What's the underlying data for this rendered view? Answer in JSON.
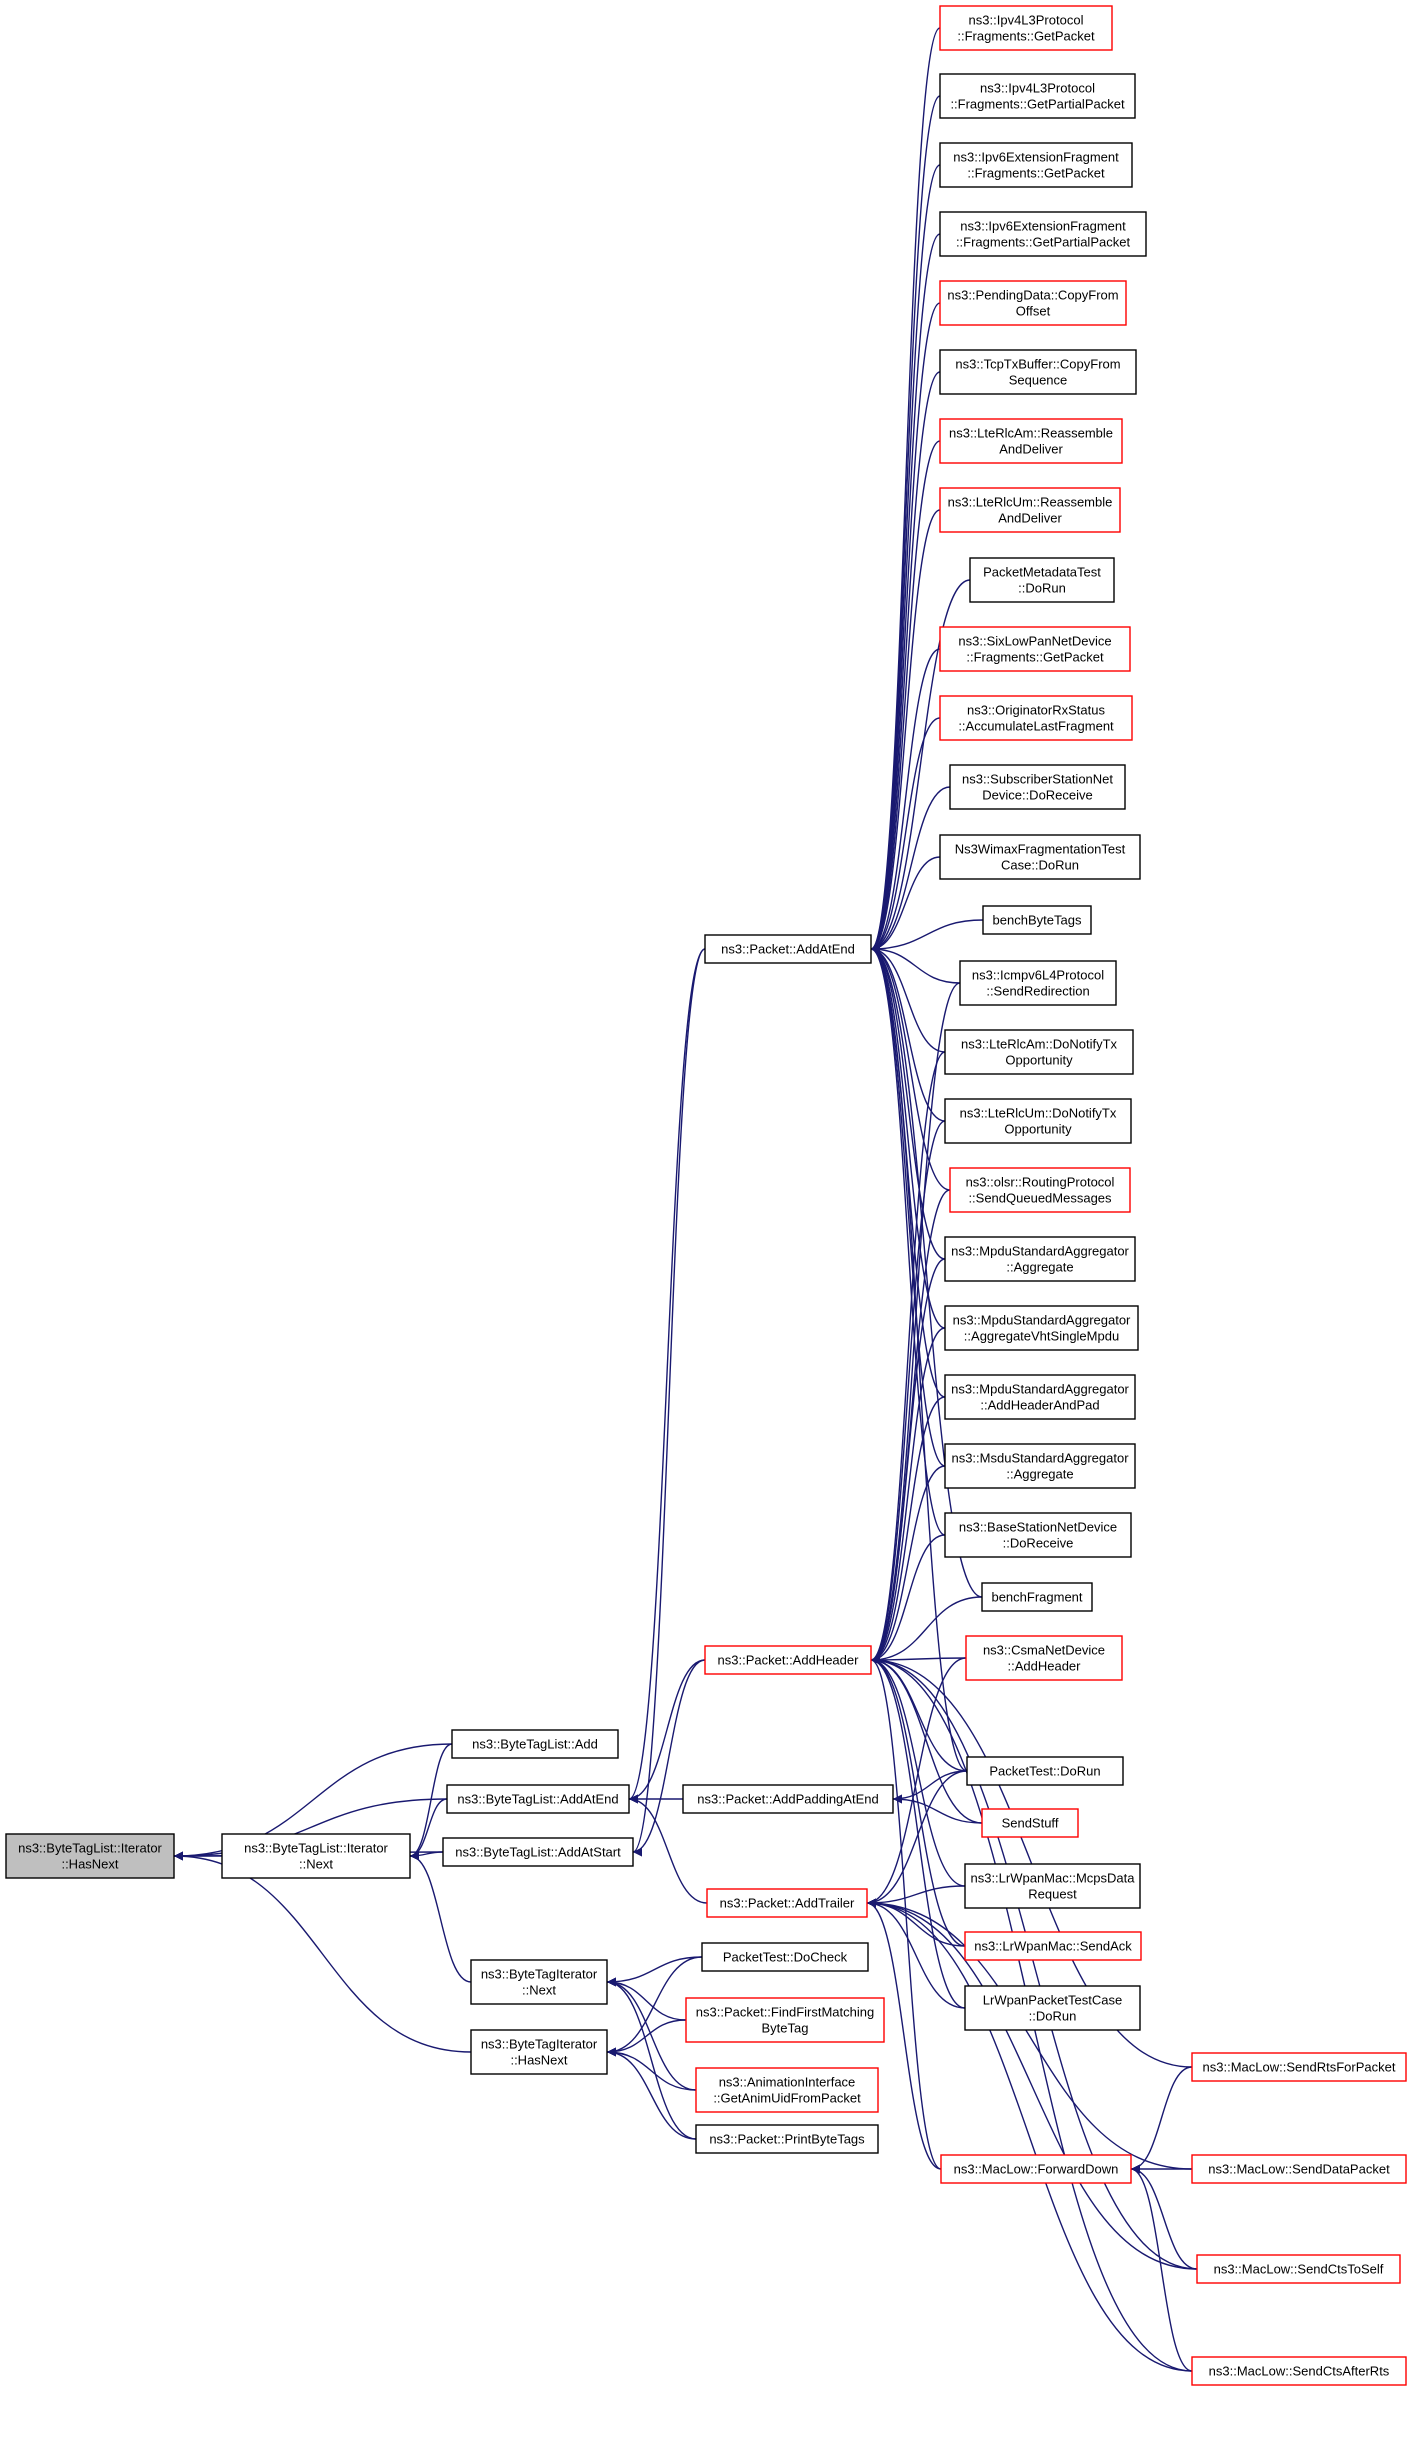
{
  "title": "",
  "colors": {
    "edge": "#191970",
    "black_border": "#000000",
    "red_border": "#ff0000",
    "root_fill": "#bfbfbf"
  },
  "nodes": [
    {
      "id": "root",
      "lines": [
        "ns3::ByteTagList::Iterator",
        "::HasNext"
      ],
      "border": "root"
    },
    {
      "id": "itnext",
      "lines": [
        "ns3::ByteTagList::Iterator",
        "::Next"
      ],
      "border": "black"
    },
    {
      "id": "add",
      "lines": [
        "ns3::ByteTagList::Add"
      ],
      "border": "black"
    },
    {
      "id": "addatend",
      "lines": [
        "ns3::ByteTagList::AddAtEnd"
      ],
      "border": "black"
    },
    {
      "id": "addatstart",
      "lines": [
        "ns3::ByteTagList::AddAtStart"
      ],
      "border": "black"
    },
    {
      "id": "bti_next",
      "lines": [
        "ns3::ByteTagIterator",
        "::Next"
      ],
      "border": "black"
    },
    {
      "id": "bti_hasnext",
      "lines": [
        "ns3::ByteTagIterator",
        "::HasNext"
      ],
      "border": "black"
    },
    {
      "id": "p_addatend",
      "lines": [
        "ns3::Packet::AddAtEnd"
      ],
      "border": "black"
    },
    {
      "id": "p_addheader",
      "lines": [
        "ns3::Packet::AddHeader"
      ],
      "border": "red"
    },
    {
      "id": "p_addpadding",
      "lines": [
        "ns3::Packet::AddPaddingAtEnd"
      ],
      "border": "black"
    },
    {
      "id": "p_addtrailer",
      "lines": [
        "ns3::Packet::AddTrailer"
      ],
      "border": "red"
    },
    {
      "id": "pt_docheck",
      "lines": [
        "PacketTest::DoCheck"
      ],
      "border": "black"
    },
    {
      "id": "p_findfirst",
      "lines": [
        "ns3::Packet::FindFirstMatching",
        "ByteTag"
      ],
      "border": "red"
    },
    {
      "id": "anim",
      "lines": [
        "ns3::AnimationInterface",
        "::GetAnimUidFromPacket"
      ],
      "border": "red"
    },
    {
      "id": "p_printbt",
      "lines": [
        "ns3::Packet::PrintByteTags"
      ],
      "border": "black"
    },
    {
      "id": "r1",
      "lines": [
        "ns3::Ipv4L3Protocol",
        "::Fragments::GetPacket"
      ],
      "border": "red"
    },
    {
      "id": "r2",
      "lines": [
        "ns3::Ipv4L3Protocol",
        "::Fragments::GetPartialPacket"
      ],
      "border": "black"
    },
    {
      "id": "r3",
      "lines": [
        "ns3::Ipv6ExtensionFragment",
        "::Fragments::GetPacket"
      ],
      "border": "black"
    },
    {
      "id": "r4",
      "lines": [
        "ns3::Ipv6ExtensionFragment",
        "::Fragments::GetPartialPacket"
      ],
      "border": "black"
    },
    {
      "id": "r5",
      "lines": [
        "ns3::PendingData::CopyFrom",
        "Offset"
      ],
      "border": "red"
    },
    {
      "id": "r6",
      "lines": [
        "ns3::TcpTxBuffer::CopyFrom",
        "Sequence"
      ],
      "border": "black"
    },
    {
      "id": "r7",
      "lines": [
        "ns3::LteRlcAm::Reassemble",
        "AndDeliver"
      ],
      "border": "red"
    },
    {
      "id": "r8",
      "lines": [
        "ns3::LteRlcUm::Reassemble",
        "AndDeliver"
      ],
      "border": "red"
    },
    {
      "id": "r9",
      "lines": [
        "PacketMetadataTest",
        "::DoRun"
      ],
      "border": "black"
    },
    {
      "id": "r10",
      "lines": [
        "ns3::SixLowPanNetDevice",
        "::Fragments::GetPacket"
      ],
      "border": "red"
    },
    {
      "id": "r11",
      "lines": [
        "ns3::OriginatorRxStatus",
        "::AccumulateLastFragment"
      ],
      "border": "red"
    },
    {
      "id": "r12",
      "lines": [
        "ns3::SubscriberStationNet",
        "Device::DoReceive"
      ],
      "border": "black"
    },
    {
      "id": "r13",
      "lines": [
        "Ns3WimaxFragmentationTest",
        "Case::DoRun"
      ],
      "border": "black"
    },
    {
      "id": "r14",
      "lines": [
        "benchByteTags"
      ],
      "border": "black"
    },
    {
      "id": "r15",
      "lines": [
        "ns3::Icmpv6L4Protocol",
        "::SendRedirection"
      ],
      "border": "black"
    },
    {
      "id": "r16",
      "lines": [
        "ns3::LteRlcAm::DoNotifyTx",
        "Opportunity"
      ],
      "border": "black"
    },
    {
      "id": "r17",
      "lines": [
        "ns3::LteRlcUm::DoNotifyTx",
        "Opportunity"
      ],
      "border": "black"
    },
    {
      "id": "r18",
      "lines": [
        "ns3::olsr::RoutingProtocol",
        "::SendQueuedMessages"
      ],
      "border": "red"
    },
    {
      "id": "r19",
      "lines": [
        "ns3::MpduStandardAggregator",
        "::Aggregate"
      ],
      "border": "black"
    },
    {
      "id": "r20",
      "lines": [
        "ns3::MpduStandardAggregator",
        "::AggregateVhtSingleMpdu"
      ],
      "border": "black"
    },
    {
      "id": "r21",
      "lines": [
        "ns3::MpduStandardAggregator",
        "::AddHeaderAndPad"
      ],
      "border": "black"
    },
    {
      "id": "r22",
      "lines": [
        "ns3::MsduStandardAggregator",
        "::Aggregate"
      ],
      "border": "black"
    },
    {
      "id": "r23",
      "lines": [
        "ns3::BaseStationNetDevice",
        "::DoReceive"
      ],
      "border": "black"
    },
    {
      "id": "r24",
      "lines": [
        "benchFragment"
      ],
      "border": "black"
    },
    {
      "id": "r25",
      "lines": [
        "ns3::CsmaNetDevice",
        "::AddHeader"
      ],
      "border": "red"
    },
    {
      "id": "r26",
      "lines": [
        "PacketTest::DoRun"
      ],
      "border": "black"
    },
    {
      "id": "r27",
      "lines": [
        "SendStuff"
      ],
      "border": "red"
    },
    {
      "id": "r28",
      "lines": [
        "ns3::LrWpanMac::McpsData",
        "Request"
      ],
      "border": "black"
    },
    {
      "id": "r29",
      "lines": [
        "ns3::LrWpanMac::SendAck"
      ],
      "border": "red"
    },
    {
      "id": "r30",
      "lines": [
        "LrWpanPacketTestCase",
        "::DoRun"
      ],
      "border": "black"
    },
    {
      "id": "r31",
      "lines": [
        "ns3::MacLow::ForwardDown"
      ],
      "border": "red"
    },
    {
      "id": "f1",
      "lines": [
        "ns3::MacLow::SendRtsForPacket"
      ],
      "border": "red"
    },
    {
      "id": "f2",
      "lines": [
        "ns3::MacLow::SendDataPacket"
      ],
      "border": "red"
    },
    {
      "id": "f3",
      "lines": [
        "ns3::MacLow::SendCtsToSelf"
      ],
      "border": "red"
    },
    {
      "id": "f4",
      "lines": [
        "ns3::MacLow::SendCtsAfterRts"
      ],
      "border": "red"
    }
  ],
  "edges": [
    [
      "add",
      "root"
    ],
    [
      "addatend",
      "root"
    ],
    [
      "addatstart",
      "root"
    ],
    [
      "itnext",
      "root"
    ],
    [
      "bti_hasnext",
      "root"
    ],
    [
      "add",
      "itnext"
    ],
    [
      "addatend",
      "itnext"
    ],
    [
      "addatstart",
      "itnext"
    ],
    [
      "bti_next",
      "itnext"
    ],
    [
      "p_addatend",
      "addatend"
    ],
    [
      "p_addheader",
      "addatend"
    ],
    [
      "p_addpadding",
      "addatend"
    ],
    [
      "p_addtrailer",
      "addatend"
    ],
    [
      "p_addatend",
      "addatstart"
    ],
    [
      "p_addheader",
      "addatstart"
    ],
    [
      "pt_docheck",
      "bti_next"
    ],
    [
      "p_findfirst",
      "bti_next"
    ],
    [
      "anim",
      "bti_next"
    ],
    [
      "p_printbt",
      "bti_next"
    ],
    [
      "pt_docheck",
      "bti_hasnext"
    ],
    [
      "p_findfirst",
      "bti_hasnext"
    ],
    [
      "anim",
      "bti_hasnext"
    ],
    [
      "p_printbt",
      "bti_hasnext"
    ],
    [
      "r1",
      "p_addatend"
    ],
    [
      "r2",
      "p_addatend"
    ],
    [
      "r3",
      "p_addatend"
    ],
    [
      "r4",
      "p_addatend"
    ],
    [
      "r5",
      "p_addatend"
    ],
    [
      "r6",
      "p_addatend"
    ],
    [
      "r7",
      "p_addatend"
    ],
    [
      "r8",
      "p_addatend"
    ],
    [
      "r9",
      "p_addatend"
    ],
    [
      "r10",
      "p_addatend"
    ],
    [
      "r11",
      "p_addatend"
    ],
    [
      "r12",
      "p_addatend"
    ],
    [
      "r13",
      "p_addatend"
    ],
    [
      "r14",
      "p_addatend"
    ],
    [
      "r15",
      "p_addatend"
    ],
    [
      "r16",
      "p_addatend"
    ],
    [
      "r17",
      "p_addatend"
    ],
    [
      "r18",
      "p_addatend"
    ],
    [
      "r19",
      "p_addatend"
    ],
    [
      "r20",
      "p_addatend"
    ],
    [
      "r21",
      "p_addatend"
    ],
    [
      "r22",
      "p_addatend"
    ],
    [
      "r23",
      "p_addatend"
    ],
    [
      "r24",
      "p_addatend"
    ],
    [
      "r26",
      "p_addatend"
    ],
    [
      "r15",
      "p_addheader"
    ],
    [
      "r16",
      "p_addheader"
    ],
    [
      "r17",
      "p_addheader"
    ],
    [
      "r18",
      "p_addheader"
    ],
    [
      "r19",
      "p_addheader"
    ],
    [
      "r20",
      "p_addheader"
    ],
    [
      "r21",
      "p_addheader"
    ],
    [
      "r22",
      "p_addheader"
    ],
    [
      "r23",
      "p_addheader"
    ],
    [
      "r24",
      "p_addheader"
    ],
    [
      "r25",
      "p_addheader"
    ],
    [
      "r26",
      "p_addheader"
    ],
    [
      "r27",
      "p_addheader"
    ],
    [
      "r28",
      "p_addheader"
    ],
    [
      "r29",
      "p_addheader"
    ],
    [
      "r30",
      "p_addheader"
    ],
    [
      "r31",
      "p_addheader"
    ],
    [
      "f1",
      "p_addheader"
    ],
    [
      "f3",
      "p_addheader"
    ],
    [
      "f4",
      "p_addheader"
    ],
    [
      "r26",
      "p_addpadding"
    ],
    [
      "r27",
      "p_addpadding"
    ],
    [
      "r25",
      "p_addtrailer"
    ],
    [
      "r26",
      "p_addtrailer"
    ],
    [
      "r28",
      "p_addtrailer"
    ],
    [
      "r29",
      "p_addtrailer"
    ],
    [
      "r30",
      "p_addtrailer"
    ],
    [
      "r31",
      "p_addtrailer"
    ],
    [
      "f2",
      "p_addtrailer"
    ],
    [
      "f3",
      "p_addtrailer"
    ],
    [
      "f4",
      "p_addtrailer"
    ],
    [
      "f1",
      "r31"
    ],
    [
      "f2",
      "r31"
    ],
    [
      "f3",
      "r31"
    ],
    [
      "f4",
      "r31"
    ]
  ]
}
